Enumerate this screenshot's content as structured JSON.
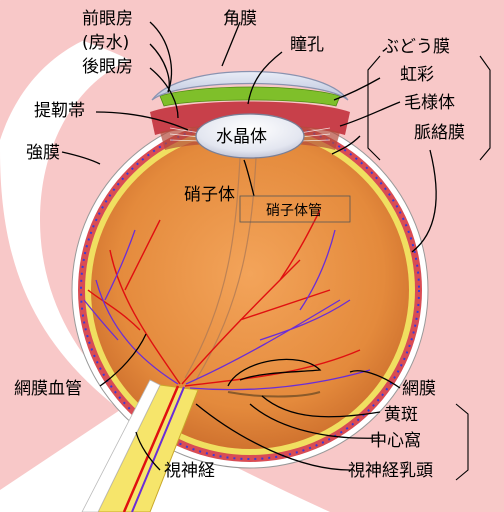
{
  "labels": {
    "anterior_chamber": "前眼房",
    "aqueous_humor": "(房水)",
    "posterior_chamber": "後眼房",
    "cornea": "角膜",
    "pupil": "瞳孔",
    "uvea": "ぶどう膜",
    "iris": "虹彩",
    "ciliary_body": "毛様体",
    "choroid": "脈絡膜",
    "zonule": "提靭帯",
    "lens": "水晶体",
    "sclera": "強膜",
    "vitreous_body": "硝子体",
    "hyaloid_canal": "硝子体管",
    "retinal_vessels": "網膜血管",
    "retina": "網膜",
    "macula": "黄斑",
    "fovea": "中心窩",
    "optic_nerve": "視神経",
    "optic_disc": "視神経乳頭"
  },
  "colors": {
    "face_skin": "#f8c8c8",
    "sclera": "#ffffff",
    "choroid": "#d94c54",
    "vitreous": "#e8893a",
    "retina": "#f0df60",
    "vessels_artery": "#e01010",
    "vessels_vein": "#6a2dd8",
    "lens": "#e8eaf2",
    "cornea": "#c9d2e6",
    "ciliary_green": "#7fbf2a",
    "nerve": "#f6e56b"
  }
}
